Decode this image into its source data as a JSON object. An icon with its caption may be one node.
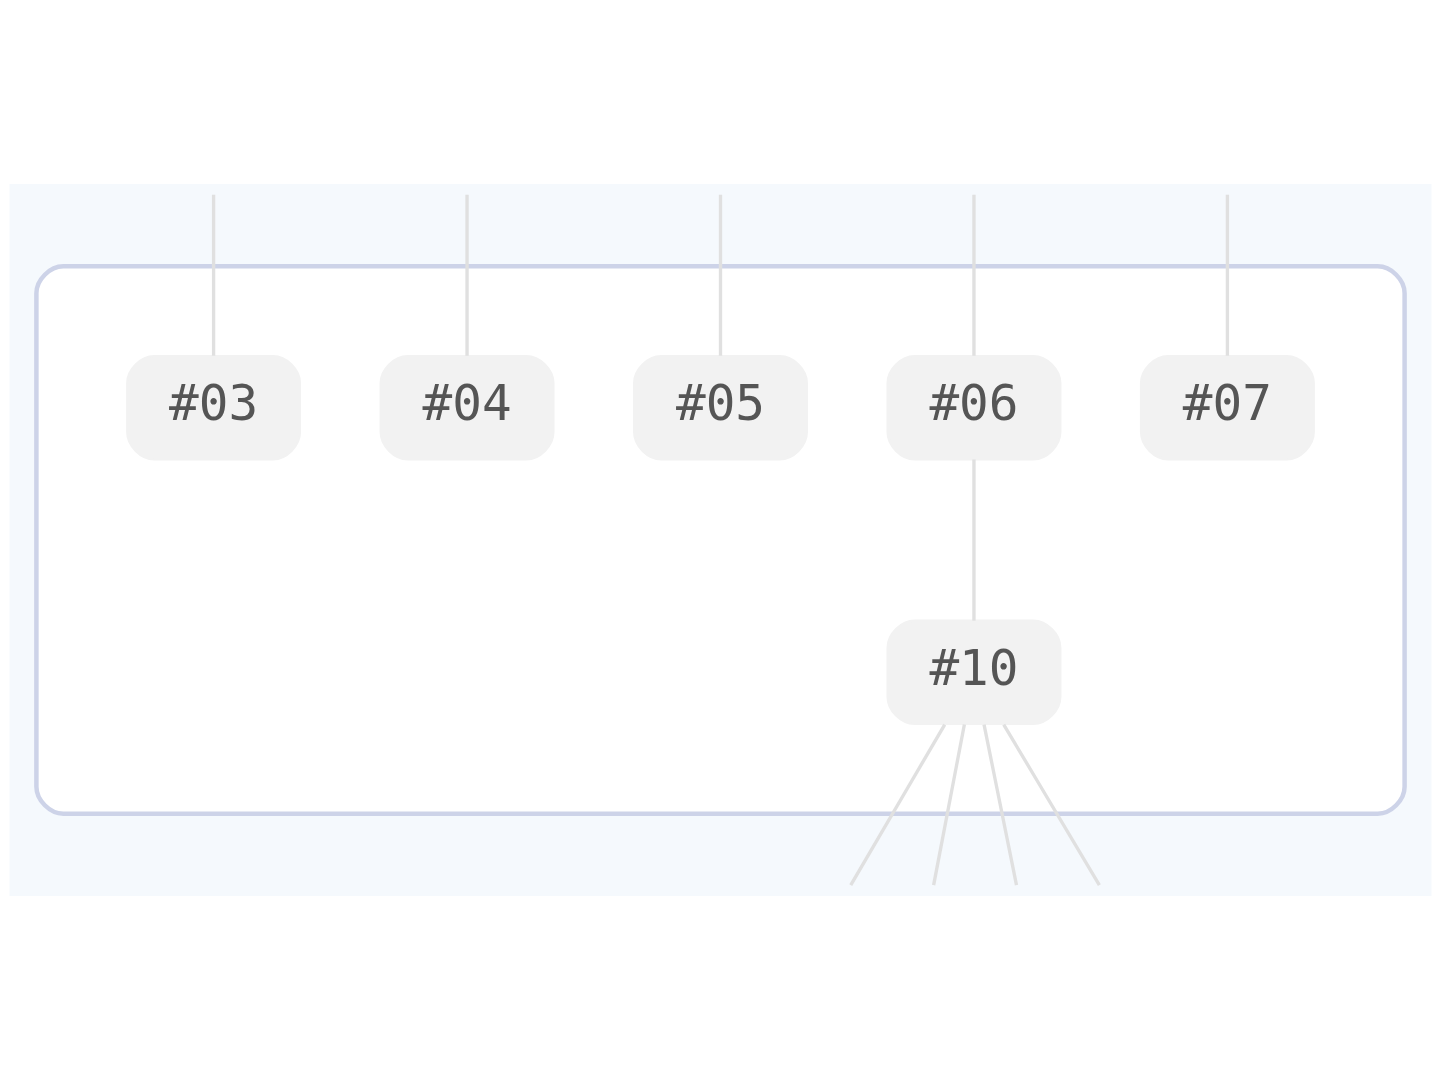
{
  "diagram": {
    "nodes": [
      {
        "text": [],
        "shape": "box"
      },
      {
        "text": [
          "#03"
        ],
        "in": 0
      },
      {
        "text": [
          "#04"
        ],
        "in": 0
      },
      {
        "text": [
          "#05"
        ],
        "in": 0
      },
      {
        "text": [
          "#06"
        ],
        "in": 0
      },
      {
        "text": [
          "#07"
        ],
        "in": 0
      },
      {
        "text": [
          "#10"
        ],
        "in": 0
      }
    ],
    "edges": [
      {
        "from": null,
        "to": 1,
        "arrow": "none"
      },
      {
        "from": null,
        "to": 2,
        "arrow": "none"
      },
      {
        "from": null,
        "to": 3,
        "arrow": "none"
      },
      {
        "from": null,
        "to": 4,
        "arrow": "none"
      },
      {
        "from": null,
        "to": 5,
        "arrow": "none"
      },
      {
        "from": 4,
        "to": 6,
        "arrow": "none"
      },
      {
        "from": 6,
        "to": null,
        "arrow": "none"
      },
      {
        "from": 6,
        "to": null,
        "arrow": "none"
      },
      {
        "from": 6,
        "to": null,
        "arrow": "none"
      },
      {
        "from": 6,
        "to": null,
        "arrow": "none"
      }
    ]
  }
}
